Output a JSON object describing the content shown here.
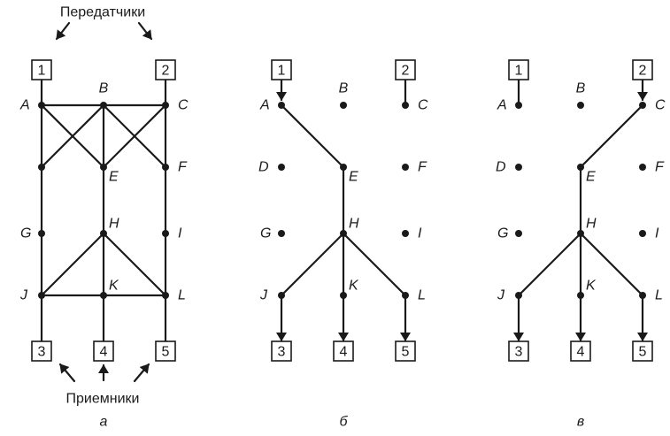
{
  "captions": {
    "transmitters": "Передатчики",
    "receivers": "Приемники"
  },
  "panels": [
    {
      "label": "а",
      "nodes": [
        {
          "id": "A",
          "label": "A"
        },
        {
          "id": "B",
          "label": "B"
        },
        {
          "id": "C",
          "label": "C"
        },
        {
          "id": "D",
          "label": ""
        },
        {
          "id": "E",
          "label": "E"
        },
        {
          "id": "F",
          "label": "F"
        },
        {
          "id": "G",
          "label": "G"
        },
        {
          "id": "H",
          "label": "H"
        },
        {
          "id": "I",
          "label": "I"
        },
        {
          "id": "J",
          "label": "J"
        },
        {
          "id": "K",
          "label": "K"
        },
        {
          "id": "L",
          "label": "L"
        }
      ],
      "terminals": [
        {
          "id": "T1",
          "label": "1"
        },
        {
          "id": "T2",
          "label": "2"
        },
        {
          "id": "T3",
          "label": "3"
        },
        {
          "id": "T4",
          "label": "4"
        },
        {
          "id": "T5",
          "label": "5"
        }
      ],
      "edges": [
        [
          "T1",
          "A"
        ],
        [
          "T2",
          "C"
        ],
        [
          "A",
          "B"
        ],
        [
          "B",
          "C"
        ],
        [
          "A",
          "E"
        ],
        [
          "C",
          "E"
        ],
        [
          "B",
          "D"
        ],
        [
          "B",
          "F"
        ],
        [
          "A",
          "D"
        ],
        [
          "C",
          "F"
        ],
        [
          "B",
          "E"
        ],
        [
          "D",
          "G"
        ],
        [
          "E",
          "H"
        ],
        [
          "F",
          "I"
        ],
        [
          "G",
          "J"
        ],
        [
          "H",
          "K"
        ],
        [
          "I",
          "L"
        ],
        [
          "H",
          "J"
        ],
        [
          "H",
          "L"
        ],
        [
          "J",
          "K"
        ],
        [
          "K",
          "L"
        ],
        [
          "J",
          "T3"
        ],
        [
          "K",
          "T4"
        ],
        [
          "L",
          "T5"
        ]
      ],
      "arrow_edges": []
    },
    {
      "label": "б",
      "nodes": [
        {
          "id": "A",
          "label": "A"
        },
        {
          "id": "B",
          "label": "B"
        },
        {
          "id": "C",
          "label": "C"
        },
        {
          "id": "D",
          "label": "D"
        },
        {
          "id": "E",
          "label": "E"
        },
        {
          "id": "F",
          "label": "F"
        },
        {
          "id": "G",
          "label": "G"
        },
        {
          "id": "H",
          "label": "H"
        },
        {
          "id": "I",
          "label": "I"
        },
        {
          "id": "J",
          "label": "J"
        },
        {
          "id": "K",
          "label": "K"
        },
        {
          "id": "L",
          "label": "L"
        }
      ],
      "terminals": [
        {
          "id": "T1",
          "label": "1"
        },
        {
          "id": "T2",
          "label": "2"
        },
        {
          "id": "T3",
          "label": "3"
        },
        {
          "id": "T4",
          "label": "4"
        },
        {
          "id": "T5",
          "label": "5"
        }
      ],
      "edges": [
        [
          "T2",
          "C"
        ],
        [
          "A",
          "E"
        ],
        [
          "E",
          "H"
        ],
        [
          "H",
          "J"
        ],
        [
          "H",
          "K"
        ],
        [
          "H",
          "L"
        ]
      ],
      "arrow_edges": [
        [
          "T1",
          "A"
        ],
        [
          "J",
          "T3"
        ],
        [
          "K",
          "T4"
        ],
        [
          "L",
          "T5"
        ]
      ]
    },
    {
      "label": "в",
      "nodes": [
        {
          "id": "A",
          "label": "A"
        },
        {
          "id": "B",
          "label": "B"
        },
        {
          "id": "C",
          "label": "C"
        },
        {
          "id": "D",
          "label": "D"
        },
        {
          "id": "E",
          "label": "E"
        },
        {
          "id": "F",
          "label": "F"
        },
        {
          "id": "G",
          "label": "G"
        },
        {
          "id": "H",
          "label": "H"
        },
        {
          "id": "I",
          "label": "I"
        },
        {
          "id": "J",
          "label": "J"
        },
        {
          "id": "K",
          "label": "K"
        },
        {
          "id": "L",
          "label": "L"
        }
      ],
      "terminals": [
        {
          "id": "T1",
          "label": "1"
        },
        {
          "id": "T2",
          "label": "2"
        },
        {
          "id": "T3",
          "label": "3"
        },
        {
          "id": "T4",
          "label": "4"
        },
        {
          "id": "T5",
          "label": "5"
        }
      ],
      "edges": [
        [
          "T1",
          "A"
        ],
        [
          "C",
          "E"
        ],
        [
          "E",
          "H"
        ],
        [
          "H",
          "J"
        ],
        [
          "H",
          "K"
        ],
        [
          "H",
          "L"
        ]
      ],
      "arrow_edges": [
        [
          "T2",
          "C"
        ],
        [
          "J",
          "T3"
        ],
        [
          "K",
          "T4"
        ],
        [
          "L",
          "T5"
        ]
      ]
    }
  ]
}
